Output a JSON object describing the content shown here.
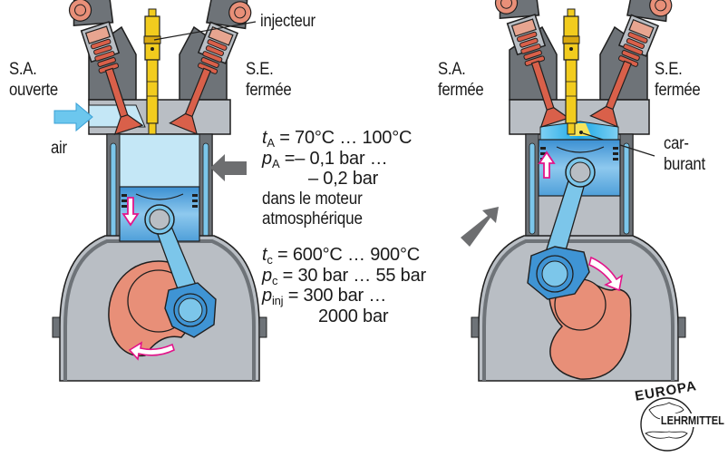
{
  "figure": {
    "left_engine": {
      "intake_valve_label": [
        "S.A.",
        "ouverte"
      ],
      "exhaust_valve_label": [
        "S.E.",
        "fermée"
      ],
      "injector_label": "injecteur",
      "air_label": "air"
    },
    "right_engine": {
      "intake_valve_label": [
        "S.A.",
        "fermée"
      ],
      "exhaust_valve_label": [
        "S.E.",
        "fermée"
      ],
      "fuel_label": [
        "car-",
        "burant"
      ]
    },
    "intake_conditions": {
      "t_symbol": "t",
      "t_sub": "A",
      "t_value": " = 70°C … 100°C",
      "p_symbol": "p",
      "p_sub": "A",
      "p_value": " =– 0,1 bar …",
      "p_value_cont": "– 0,2 bar",
      "note_line1": "dans le moteur",
      "note_line2": "atmosphérique"
    },
    "compression_conditions": {
      "t_symbol": "t",
      "t_sub": "c",
      "t_value": " = 600°C … 900°C",
      "p_symbol": "p",
      "p_sub": "c",
      "p_value": " = 30 bar … 55 bar",
      "pinj_symbol": "p",
      "pinj_sub": "inj",
      "pinj_value": " = 300 bar …",
      "pinj_value_cont": "2000 bar"
    },
    "publisher_logo": {
      "arc_text": "EUROPA",
      "side_text": "LEHRMITTEL"
    },
    "colors": {
      "engine_gray": "#b9bec4",
      "engine_dark": "#6e7378",
      "outline": "#1f1f1f",
      "coolant_blue": "#7cc6ea",
      "chamber_blue": "#c4e7f6",
      "piston_blue": "#4a9ad6",
      "rod_blue": "#3f94d4",
      "valve_red": "#d9604a",
      "crank_salmon": "#e88f78",
      "injector_yellow": "#f2cc1e",
      "arrow_gray": "#6d6e70",
      "motion_arrow_magenta": "#e3148a",
      "air_arrow_blue": "#6cc7ee"
    }
  }
}
